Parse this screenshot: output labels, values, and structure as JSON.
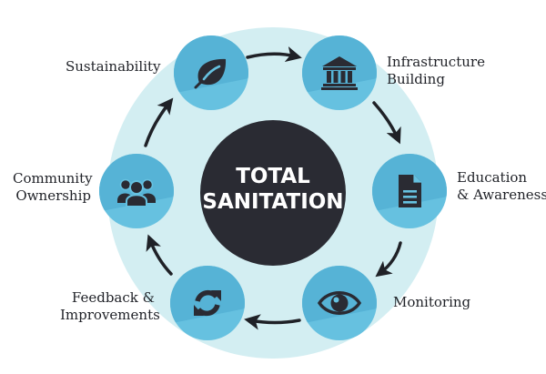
{
  "title": {
    "line1": "TOTAL",
    "line2": "SANITATION"
  },
  "colors": {
    "background_ring": "#d3eef2",
    "node_fill": "#66c1e0",
    "node_shade": "#56b3d6",
    "center_fill": "#2a2b33",
    "icon": "#2a2b33",
    "arrow": "#1f2127",
    "text": "#1f2127"
  },
  "nodes": [
    {
      "id": "sustainability",
      "icon": "leaf-icon",
      "lines": [
        "Sustainability"
      ]
    },
    {
      "id": "infrastructure",
      "icon": "building-icon",
      "lines": [
        "Infrastructure",
        "Building"
      ]
    },
    {
      "id": "education",
      "icon": "document-icon",
      "lines": [
        "Education",
        "& Awareness"
      ]
    },
    {
      "id": "monitoring",
      "icon": "eye-icon",
      "lines": [
        "Monitoring"
      ]
    },
    {
      "id": "feedback",
      "icon": "refresh-icon",
      "lines": [
        "Feedback &",
        "Improvements"
      ]
    },
    {
      "id": "community",
      "icon": "group-icon",
      "lines": [
        "Community",
        "Ownership"
      ]
    }
  ],
  "cycle_direction": "clockwise"
}
